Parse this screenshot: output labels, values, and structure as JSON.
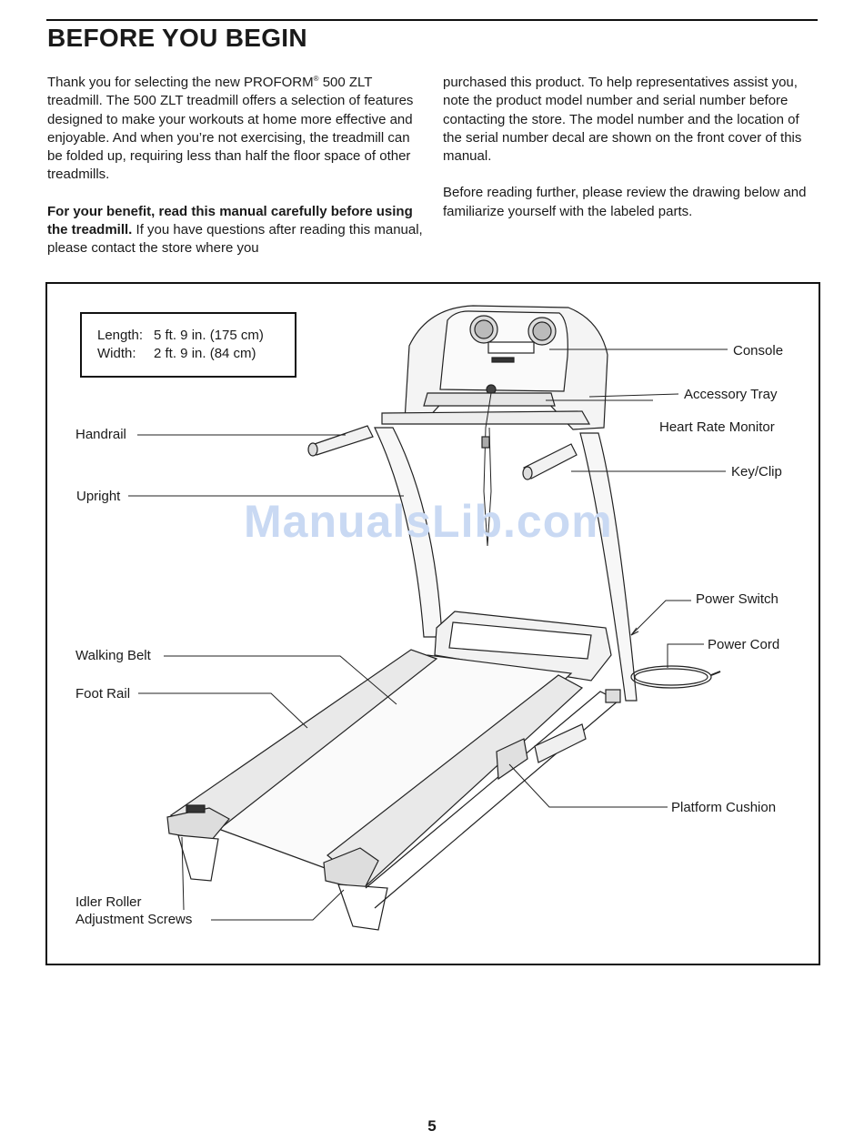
{
  "section_title": "BEFORE YOU BEGIN",
  "intro": {
    "p1_a": "Thank you for selecting the new PROFORM",
    "p1_reg": "®",
    "p1_b": " 500 ZLT treadmill. The 500 ZLT treadmill offers a selection of features designed to make your workouts at home more effective and enjoyable. And when you’re not exercising, the treadmill can be folded up, requiring less than half the floor space of other treadmills.",
    "p2_bold": "For your benefit, read this manual carefully before using the treadmill.",
    "p2_rest": " If you have questions after reading this manual, please contact the store where you purchased this product. To help representatives assist you, note the product model number and serial number before contacting the store. The model number and the location of the serial number decal are shown on the front cover of this manual.",
    "p3": "Before reading further, please review the drawing below and familiarize yourself with the labeled parts."
  },
  "dimensions": {
    "length_label": "Length:",
    "length_value": "5 ft. 9 in. (175 cm)",
    "width_label": "Width:",
    "width_value": "2 ft. 9 in. (84 cm)"
  },
  "parts": {
    "console": "Console",
    "accessory_tray": "Accessory Tray",
    "heart_rate_monitor": "Heart Rate Monitor",
    "key_clip": "Key/Clip",
    "handrail": "Handrail",
    "upright": "Upright",
    "power_switch": "Power Switch",
    "power_cord": "Power Cord",
    "walking_belt": "Walking Belt",
    "foot_rail": "Foot Rail",
    "platform_cushion": "Platform Cushion",
    "idler_line1": "Idler Roller",
    "idler_line2": "Adjustment Screws"
  },
  "watermark": "ManualsLib.com",
  "page_number": "5"
}
